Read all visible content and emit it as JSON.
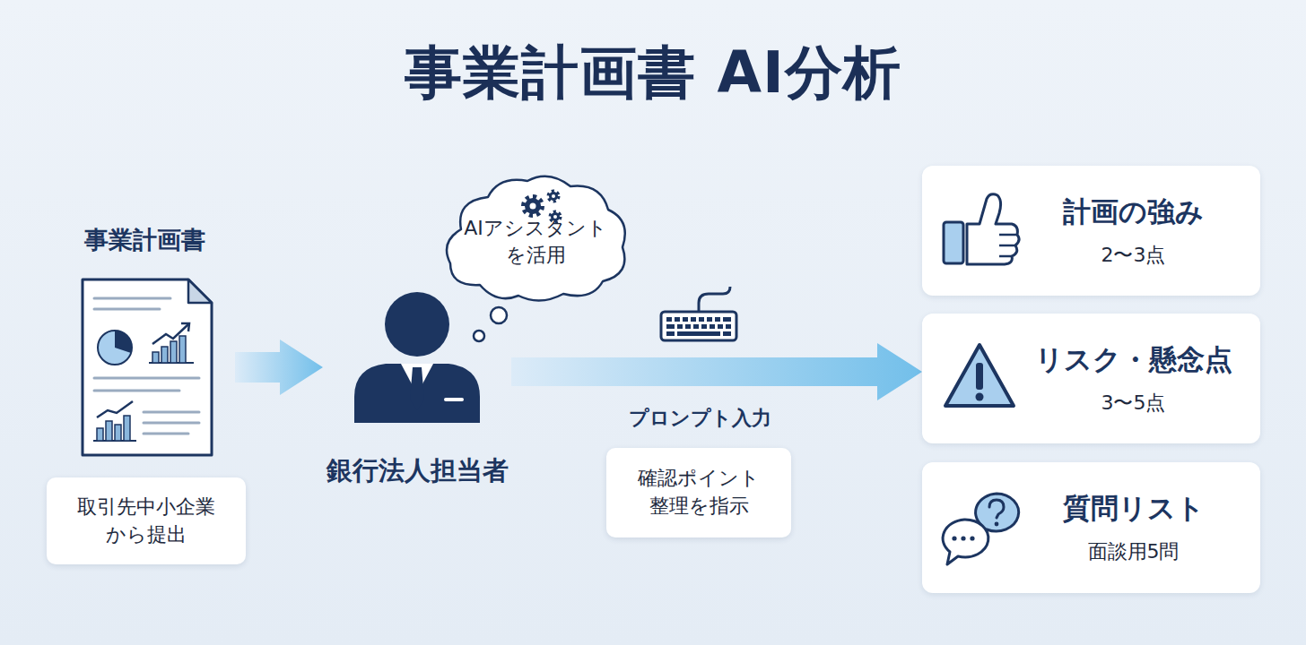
{
  "diagram": {
    "title": "事業計画書 AI分析",
    "nodes": [
      {
        "text": [
          "事業計画書"
        ]
      },
      {
        "text": [
          "取引先中小企業 から提出"
        ]
      },
      {
        "text": [
          "銀行法人担当者"
        ]
      },
      {
        "text": [
          "AIアシスタント を活用"
        ]
      },
      {
        "text": [
          "確認ポイント 整理を指示"
        ]
      },
      {
        "text": [
          "計画の強み",
          "2〜3点"
        ]
      },
      {
        "text": [
          "リスク・懸念点",
          "3〜5点"
        ]
      },
      {
        "text": [
          "質問リスト",
          "面談用5問"
        ]
      }
    ],
    "edges": [
      {
        "from": 0,
        "to": 2,
        "arrow": "to"
      },
      {
        "from": 2,
        "to": 6,
        "arrow": "to",
        "label": "プロンプト入力"
      }
    ]
  }
}
